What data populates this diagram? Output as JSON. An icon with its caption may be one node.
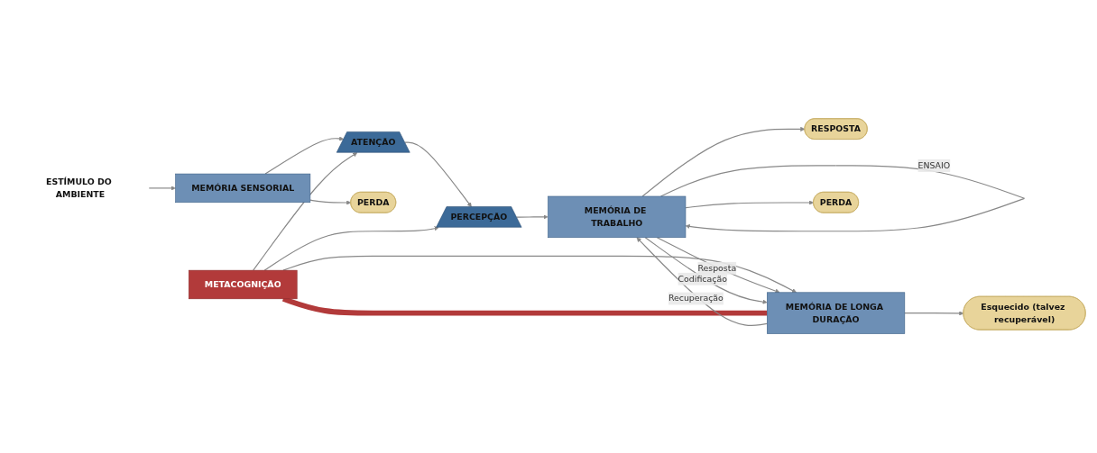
{
  "diagram": {
    "nodes": [
      {
        "text": [
          "METACOGNIÇÃO"
        ]
      },
      {
        "text": [
          "ESTÍMULO DO AMBIENTE"
        ]
      },
      {
        "text": [
          "MEMÓRIA SENSORIAL"
        ]
      },
      {
        "text": [
          "ATENÇÃO"
        ]
      },
      {
        "text": [
          "PERCEPÇÃO"
        ]
      },
      {
        "text": [
          "MEMÓRIA DE TRABALHO"
        ]
      },
      {
        "text": [
          "RESPOSTA"
        ]
      },
      {
        "text": [
          "MEMÓRIA DE LONGA DURAÇÃO"
        ]
      },
      {
        "text": [
          "PERDA"
        ]
      },
      {
        "text": [
          "PERDA"
        ]
      },
      {
        "text": [
          "Esquecido (talvez recuperável)"
        ]
      }
    ],
    "edges": [
      {
        "from": 1,
        "to": 2,
        "arrow": "to"
      },
      {
        "from": 2,
        "to": 3,
        "arrow": "to"
      },
      {
        "from": 3,
        "to": 4,
        "arrow": "to"
      },
      {
        "from": 4,
        "to": 5,
        "arrow": "to"
      },
      {
        "from": 0,
        "to": 3,
        "arrow": "to"
      },
      {
        "from": 0,
        "to": 4,
        "arrow": "to"
      },
      {
        "from": 0,
        "to": 7,
        "arrow": "to"
      },
      {
        "from": 7,
        "to": 0,
        "arrow": "none",
        "style": "thick",
        "color": "#b23a3a"
      },
      {
        "from": 5,
        "to": 5,
        "label": "ENSAIO",
        "arrow": "to"
      },
      {
        "from": 5,
        "to": 6,
        "arrow": "to"
      },
      {
        "from": 5,
        "to": 7,
        "label": "Resposta",
        "arrow": "to"
      },
      {
        "from": 5,
        "to": 7,
        "label": "Codificação",
        "arrow": "to"
      },
      {
        "from": 7,
        "to": 5,
        "label": "Recuperação",
        "arrow": "to"
      },
      {
        "from": 2,
        "to": 8,
        "arrow": "to"
      },
      {
        "from": 5,
        "to": 9,
        "arrow": "to"
      },
      {
        "from": 7,
        "to": 10,
        "arrow": "to"
      }
    ]
  }
}
